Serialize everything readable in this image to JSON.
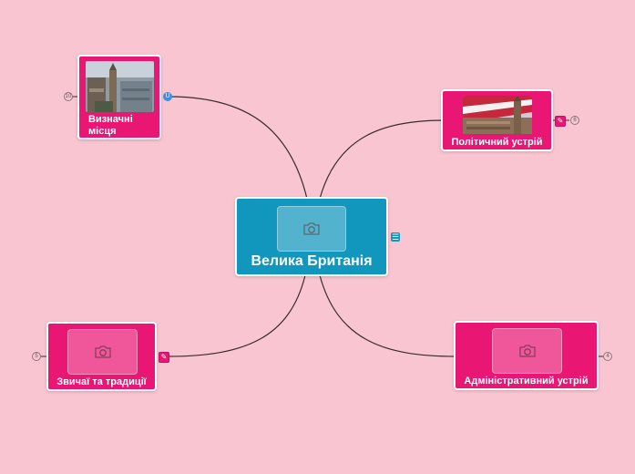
{
  "central": {
    "title": "Велика Британія"
  },
  "topics": [
    {
      "id": "landmarks",
      "title": "Визначні місця",
      "badge": "10"
    },
    {
      "id": "politics",
      "title": "Політичний устрій",
      "badge": "6"
    },
    {
      "id": "customs",
      "title": "Звичаї та традиції",
      "badge": "5"
    },
    {
      "id": "admin",
      "title": "Адміністративний устрій",
      "badge": "4"
    }
  ],
  "colors": {
    "background": "#f9c5d1",
    "topic": "#ea1673",
    "central": "#1196bd",
    "line": "#3b2a2e"
  },
  "icons": {
    "photo": "camera-icon",
    "note": "note-icon",
    "list": "list-icon",
    "attachment": "attachment-icon"
  }
}
